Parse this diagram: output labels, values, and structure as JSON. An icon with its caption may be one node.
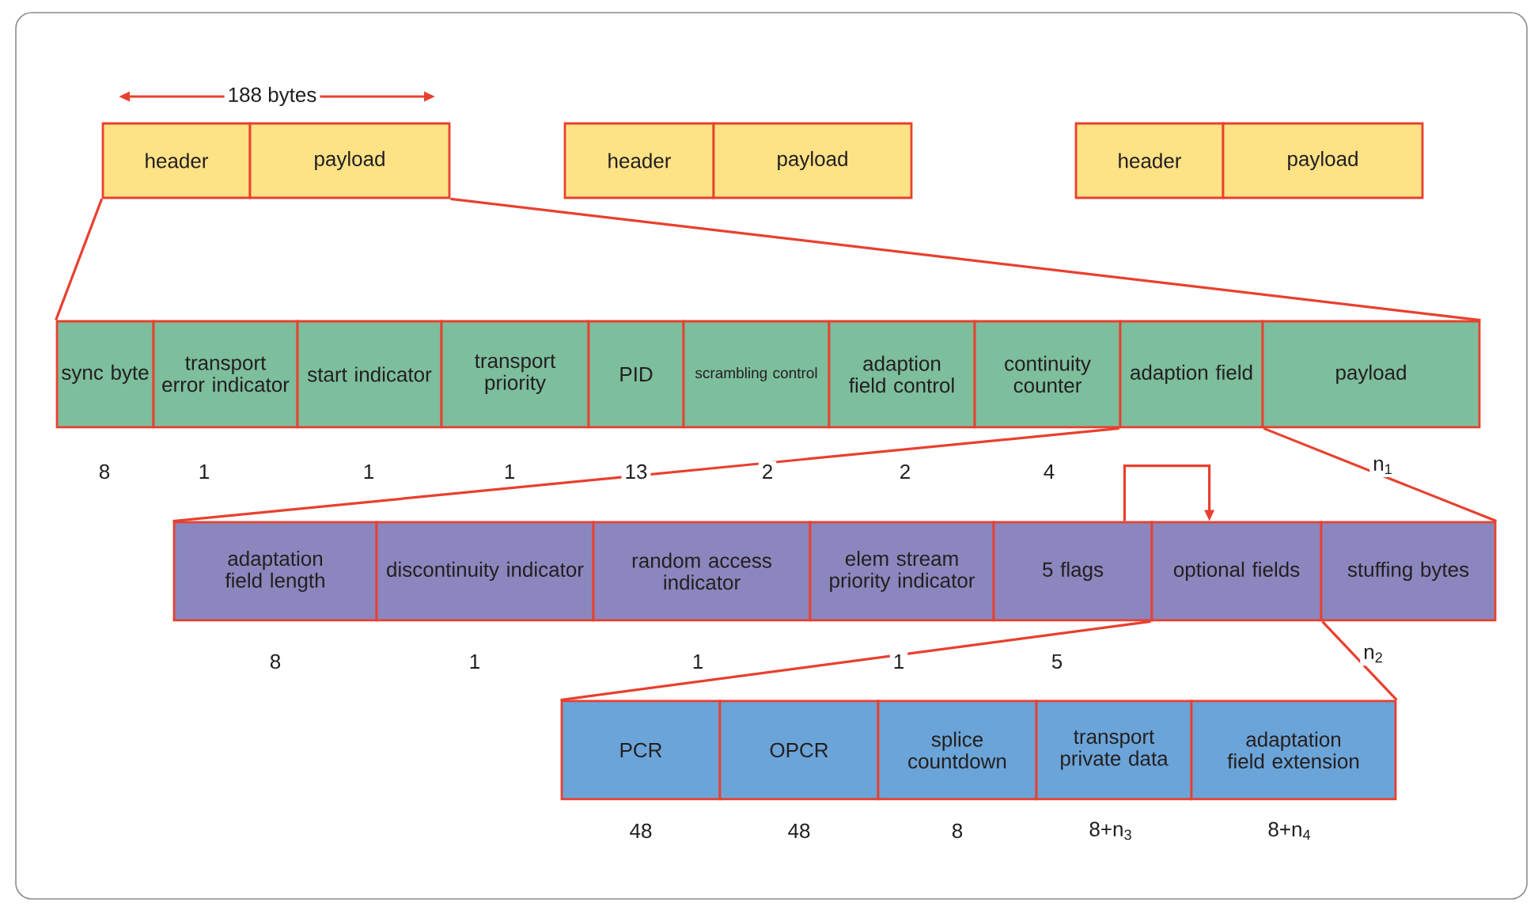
{
  "diagram": {
    "nodes": [
      {
        "text": [
          "header"
        ]
      },
      {
        "text": [
          "payload"
        ]
      },
      {
        "text": [
          "header"
        ]
      },
      {
        "text": [
          "payload"
        ]
      },
      {
        "text": [
          "header"
        ]
      },
      {
        "text": [
          "payload"
        ]
      },
      {
        "text": [
          "sync byte"
        ]
      },
      {
        "text": [
          "transport error indicator"
        ]
      },
      {
        "text": [
          "start indicator"
        ]
      },
      {
        "text": [
          "transport priority"
        ]
      },
      {
        "text": [
          "PID"
        ]
      },
      {
        "text": [
          "scrambling control"
        ]
      },
      {
        "text": [
          "adaption field control"
        ]
      },
      {
        "text": [
          "continuity counter"
        ]
      },
      {
        "text": [
          "adaption field"
        ]
      },
      {
        "text": [
          "payload"
        ]
      },
      {
        "text": [
          "adaptation field length"
        ]
      },
      {
        "text": [
          "discontinuity indicator"
        ]
      },
      {
        "text": [
          "random access indicator"
        ]
      },
      {
        "text": [
          "elem stream priority indicator"
        ]
      },
      {
        "text": [
          "5 flags"
        ]
      },
      {
        "text": [
          "optional fields"
        ]
      },
      {
        "text": [
          "stuffing bytes"
        ]
      },
      {
        "text": [
          "PCR"
        ]
      },
      {
        "text": [
          "OPCR"
        ]
      },
      {
        "text": [
          "splice countdown"
        ]
      },
      {
        "text": [
          "transport private data"
        ]
      },
      {
        "text": [
          "adaptation field extension"
        ]
      }
    ],
    "edges": [
      {
        "from": 0,
        "to": 6,
        "arrow": "none"
      },
      {
        "from": 1,
        "to": 15,
        "arrow": "none"
      },
      {
        "from": 14,
        "to": 16,
        "arrow": "none"
      },
      {
        "from": 14,
        "to": 22,
        "arrow": "none"
      },
      {
        "from": 20,
        "to": 21,
        "arrow": "to"
      },
      {
        "from": 21,
        "to": 23,
        "arrow": "none"
      },
      {
        "from": 21,
        "to": 27,
        "arrow": "none"
      }
    ],
    "labels": [
      "188 bytes",
      "8",
      "1",
      "1",
      "1",
      "13",
      "2",
      "2",
      "4",
      "n$_{1}$",
      "8",
      "1",
      "1",
      "1",
      "5",
      "n$_{2}$",
      "48",
      "48",
      "8",
      "8+n$_{3}$",
      "8+n$_{4}$"
    ]
  }
}
